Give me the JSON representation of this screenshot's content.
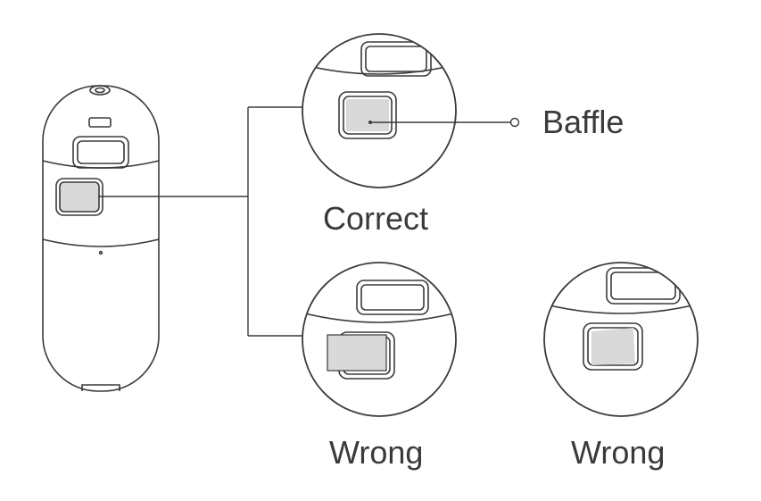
{
  "labels": {
    "baffle": "Baffle",
    "correct": "Correct",
    "wrong_1": "Wrong",
    "wrong_2": "Wrong"
  },
  "colors": {
    "stroke": "#3a3a3a",
    "baffle_fill": "#d9d9d9",
    "background": "#ffffff"
  }
}
